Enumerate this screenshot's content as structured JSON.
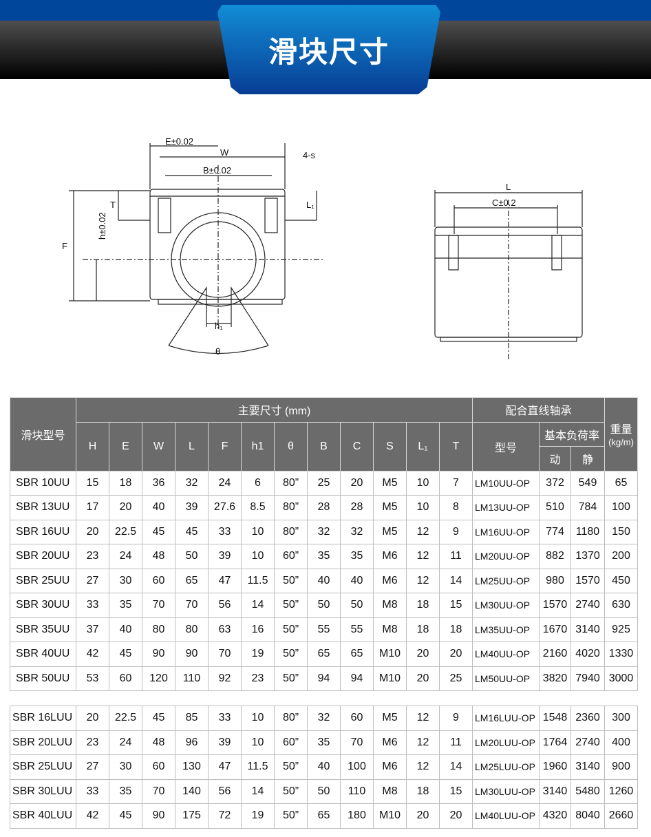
{
  "header": {
    "title": "滑块尺寸"
  },
  "drawing": {
    "labels": {
      "E": "E±0.02",
      "W": "W",
      "B": "B±0.02",
      "s": "4-s",
      "T": "T",
      "L1": "L₁",
      "h": "h±0.02",
      "F": "F",
      "h1": "h₁",
      "theta": "θ",
      "L": "L",
      "C": "C±0.2"
    }
  },
  "table": {
    "col_model": "滑块型号",
    "main_dims": "主要尺寸 (mm)",
    "bearing": "配合直线轴承",
    "weight": "重量",
    "weight_unit": "(kg/m)",
    "dims": [
      "H",
      "E",
      "W",
      "L",
      "F",
      "h1",
      "θ",
      "B",
      "C",
      "S",
      "L₁",
      "T"
    ],
    "bearing_model": "型号",
    "load": "基本负荷率",
    "dyn": "动",
    "stat": "静",
    "rows": [
      [
        "SBR 10UU",
        "15",
        "18",
        "36",
        "32",
        "24",
        "6",
        "80”",
        "25",
        "20",
        "M5",
        "10",
        "7",
        "LM10UU-OP",
        "372",
        "549",
        "65"
      ],
      [
        "SBR 13UU",
        "17",
        "20",
        "40",
        "39",
        "27.6",
        "8.5",
        "80”",
        "28",
        "28",
        "M5",
        "10",
        "8",
        "LM13UU-OP",
        "510",
        "784",
        "100"
      ],
      [
        "SBR 16UU",
        "20",
        "22.5",
        "45",
        "45",
        "33",
        "10",
        "80”",
        "32",
        "32",
        "M5",
        "12",
        "9",
        "LM16UU-OP",
        "774",
        "1180",
        "150"
      ],
      [
        "SBR 20UU",
        "23",
        "24",
        "48",
        "50",
        "39",
        "10",
        "60”",
        "35",
        "35",
        "M6",
        "12",
        "11",
        "LM20UU-OP",
        "882",
        "1370",
        "200"
      ],
      [
        "SBR 25UU",
        "27",
        "30",
        "60",
        "65",
        "47",
        "11.5",
        "50”",
        "40",
        "40",
        "M6",
        "12",
        "14",
        "LM25UU-OP",
        "980",
        "1570",
        "450"
      ],
      [
        "SBR 30UU",
        "33",
        "35",
        "70",
        "70",
        "56",
        "14",
        "50”",
        "50",
        "50",
        "M8",
        "18",
        "15",
        "LM30UU-OP",
        "1570",
        "2740",
        "630"
      ],
      [
        "SBR 35UU",
        "37",
        "40",
        "80",
        "80",
        "63",
        "16",
        "50”",
        "55",
        "55",
        "M8",
        "18",
        "18",
        "LM35UU-OP",
        "1670",
        "3140",
        "925"
      ],
      [
        "SBR 40UU",
        "42",
        "45",
        "90",
        "90",
        "70",
        "19",
        "50”",
        "65",
        "65",
        "M10",
        "20",
        "20",
        "LM40UU-OP",
        "2160",
        "4020",
        "1330"
      ],
      [
        "SBR 50UU",
        "53",
        "60",
        "120",
        "110",
        "92",
        "23",
        "50”",
        "94",
        "94",
        "M10",
        "20",
        "25",
        "LM50UU-OP",
        "3820",
        "7940",
        "3000"
      ]
    ],
    "rows2": [
      [
        "SBR 16LUU",
        "20",
        "22.5",
        "45",
        "85",
        "33",
        "10",
        "80”",
        "32",
        "60",
        "M5",
        "12",
        "9",
        "LM16LUU-OP",
        "1548",
        "2360",
        "300"
      ],
      [
        "SBR 20LUU",
        "23",
        "24",
        "48",
        "96",
        "39",
        "10",
        "60”",
        "35",
        "70",
        "M6",
        "12",
        "11",
        "LM20LUU-OP",
        "1764",
        "2740",
        "400"
      ],
      [
        "SBR 25LUU",
        "27",
        "30",
        "60",
        "130",
        "47",
        "11.5",
        "50”",
        "40",
        "100",
        "M6",
        "12",
        "14",
        "LM25LUU-OP",
        "1960",
        "3140",
        "900"
      ],
      [
        "SBR 30LUU",
        "33",
        "35",
        "70",
        "140",
        "56",
        "14",
        "50”",
        "50",
        "110",
        "M8",
        "18",
        "15",
        "LM30LUU-OP",
        "3140",
        "5480",
        "1260"
      ],
      [
        "SBR 40LUU",
        "42",
        "45",
        "90",
        "175",
        "72",
        "19",
        "50”",
        "65",
        "180",
        "M10",
        "20",
        "20",
        "LM40LUU-OP",
        "4320",
        "8040",
        "2660"
      ]
    ]
  }
}
